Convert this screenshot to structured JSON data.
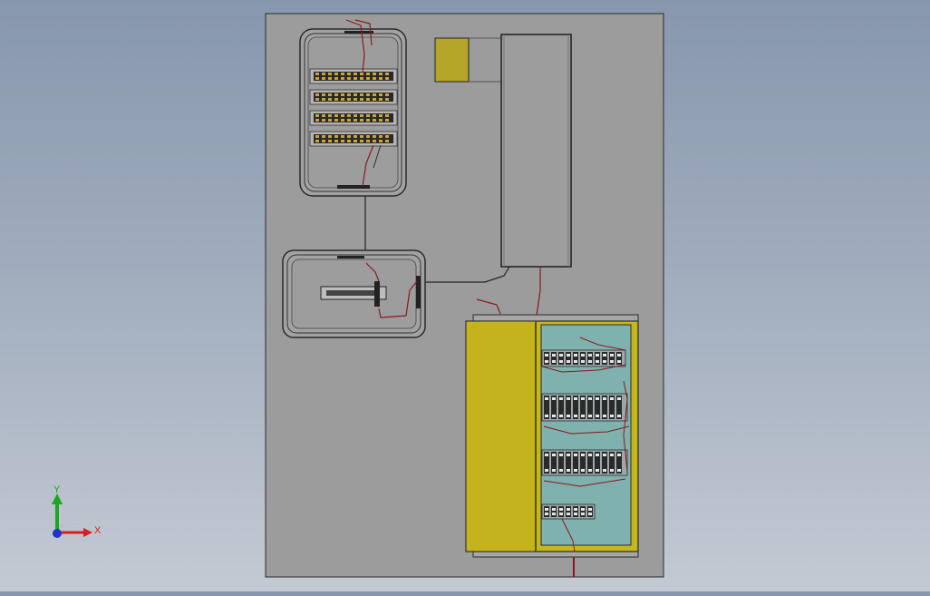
{
  "triad": {
    "x_label": "X",
    "y_label": "Y",
    "x_color": "#d42020",
    "y_color": "#1fa51f",
    "z_color": "#1f35c8"
  },
  "colors": {
    "background_top": "#8797ad",
    "background_bottom": "#c4cad3",
    "panel": "#9c9c9c",
    "enclosure_yellow": "#c7b71f",
    "small_box_yellow": "#b5a629",
    "interior_teal": "#7fb1ae",
    "wire": "#8a1a1a",
    "terminal": "#2a2a2a",
    "terminal_accent": "#c9a43a"
  },
  "scene": {
    "terminal_rows_top_box": 4,
    "terminals_per_row": 12,
    "cabinet_terminal_groups": 4
  }
}
